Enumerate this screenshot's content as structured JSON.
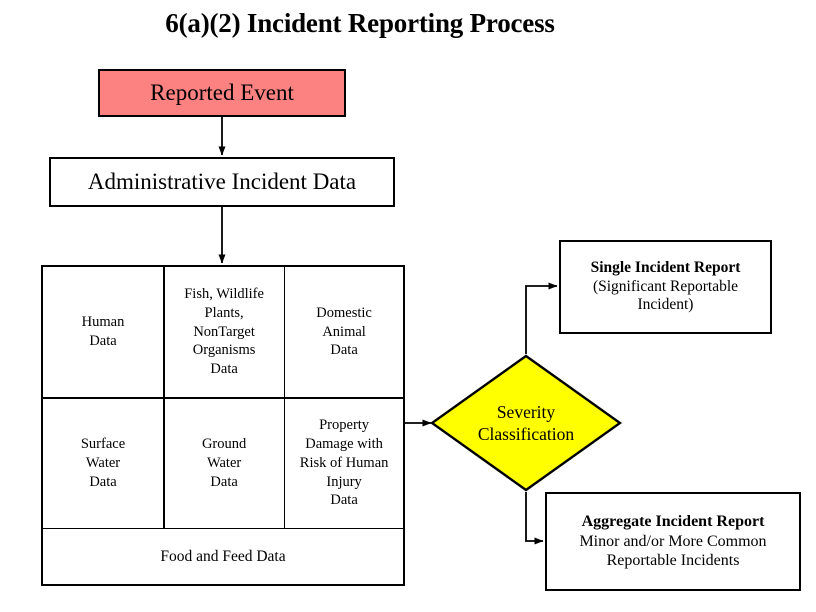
{
  "title": "6(a)(2) Incident Reporting Process",
  "nodes": {
    "reported_event": "Reported Event",
    "admin_incident_data": "Administrative Incident Data",
    "severity_classification_line1": "Severity",
    "severity_classification_line2": "Classification"
  },
  "data_table": {
    "rows": [
      [
        "Human\nData",
        "Fish, Wildlife\nPlants,\nNonTarget\nOrganisms\nData",
        "Domestic\nAnimal\nData"
      ],
      [
        "Surface\nWater\nData",
        "Ground\nWater\nData",
        "Property\nDamage with\nRisk of Human\nInjury\nData"
      ]
    ],
    "footer_row": "Food and Feed Data"
  },
  "reports": {
    "single": {
      "title": "Single Incident Report",
      "sub_line1": "(Significant Reportable",
      "sub_line2": "Incident)"
    },
    "aggregate": {
      "title": "Aggregate Incident Report",
      "sub_line1": "Minor and/or More Common",
      "sub_line2": "Reportable Incidents"
    }
  },
  "colors": {
    "reported_event_fill": "#fc8181",
    "severity_fill": "#ffff00",
    "box_fill": "#ffffff",
    "stroke": "#000000",
    "background": "#ffffff"
  }
}
